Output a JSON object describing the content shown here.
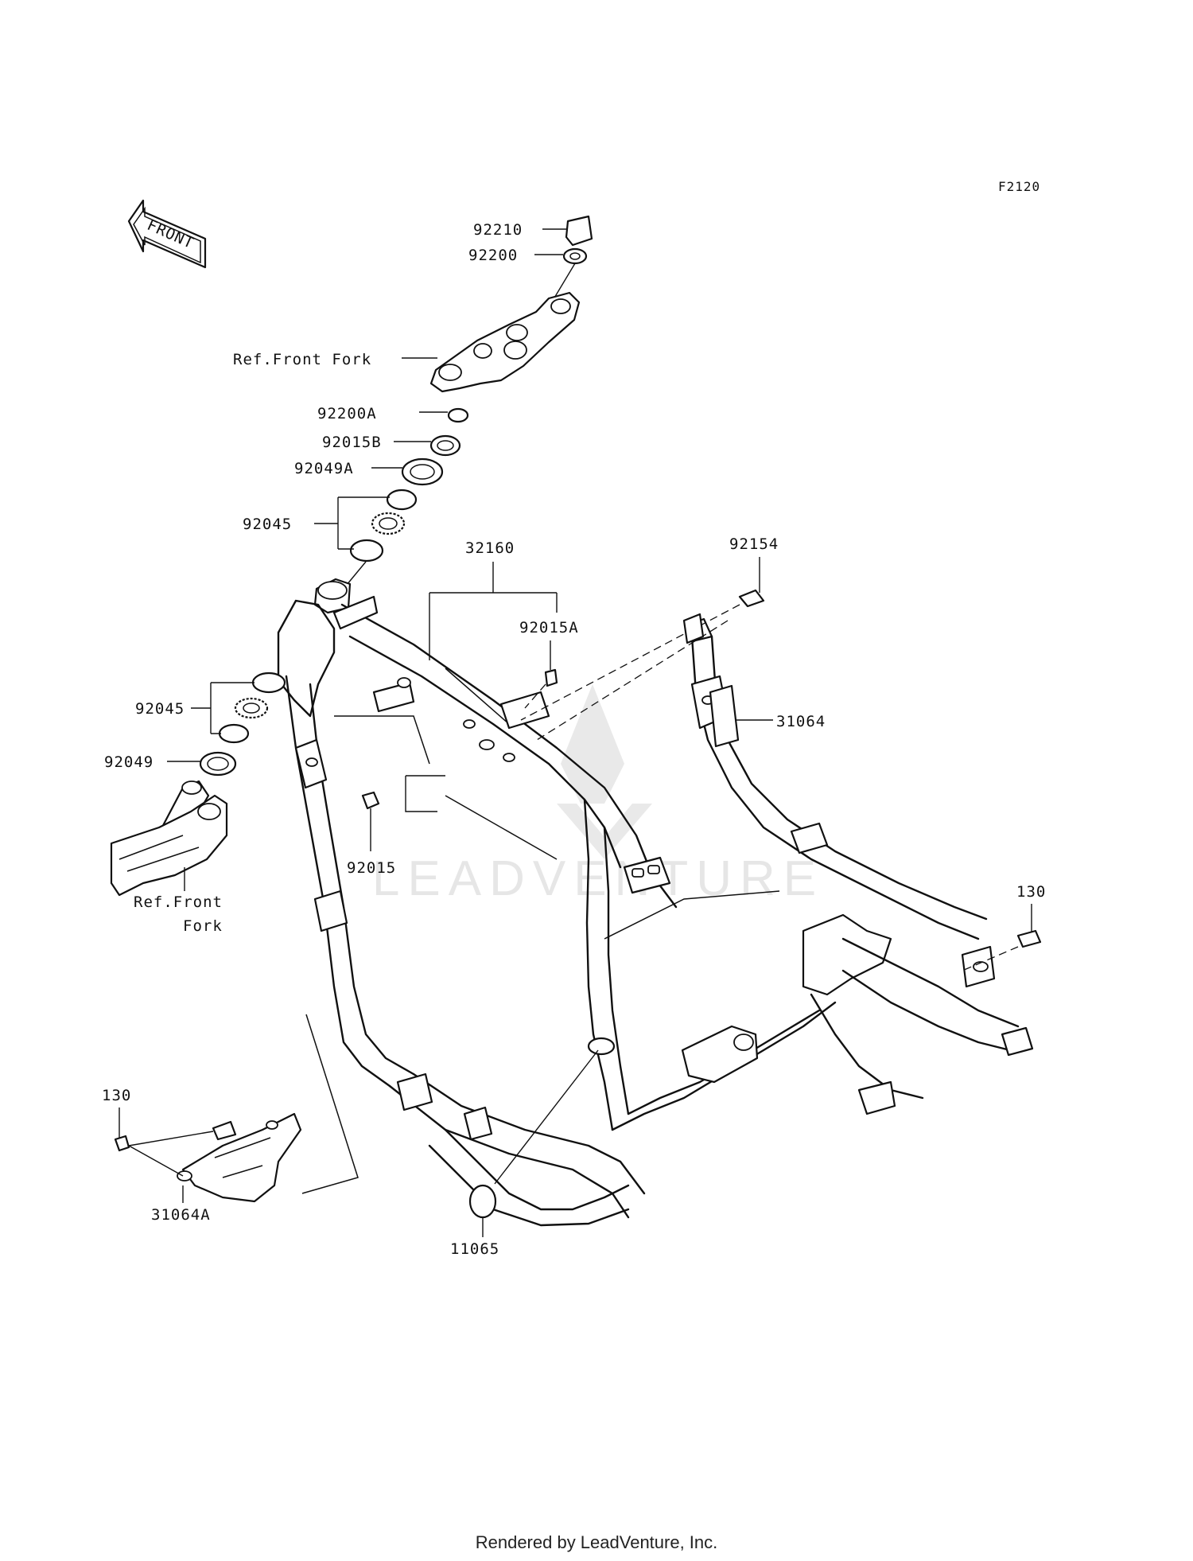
{
  "diagram": {
    "code": "F2120",
    "front_badge": "FRONT",
    "labels": {
      "p92210": "92210",
      "p92200": "92200",
      "ref_front_fork_top": "Ref.Front Fork",
      "p92200A": "92200A",
      "p92015B": "92015B",
      "p92049A": "92049A",
      "p92045_top": "92045",
      "p32160": "32160",
      "p92154": "92154",
      "p92015A": "92015A",
      "p31064": "31064",
      "p92045_left": "92045",
      "p92049": "92049",
      "ref_front_fork_left_1": "Ref.Front",
      "ref_front_fork_left_2": "Fork",
      "p92015": "92015",
      "p130_right": "130",
      "p130_left": "130",
      "p31064A": "31064A",
      "p11065": "11065"
    },
    "watermark": "LEADVENTURE"
  },
  "footer": {
    "text": "Rendered by LeadVenture, Inc."
  }
}
